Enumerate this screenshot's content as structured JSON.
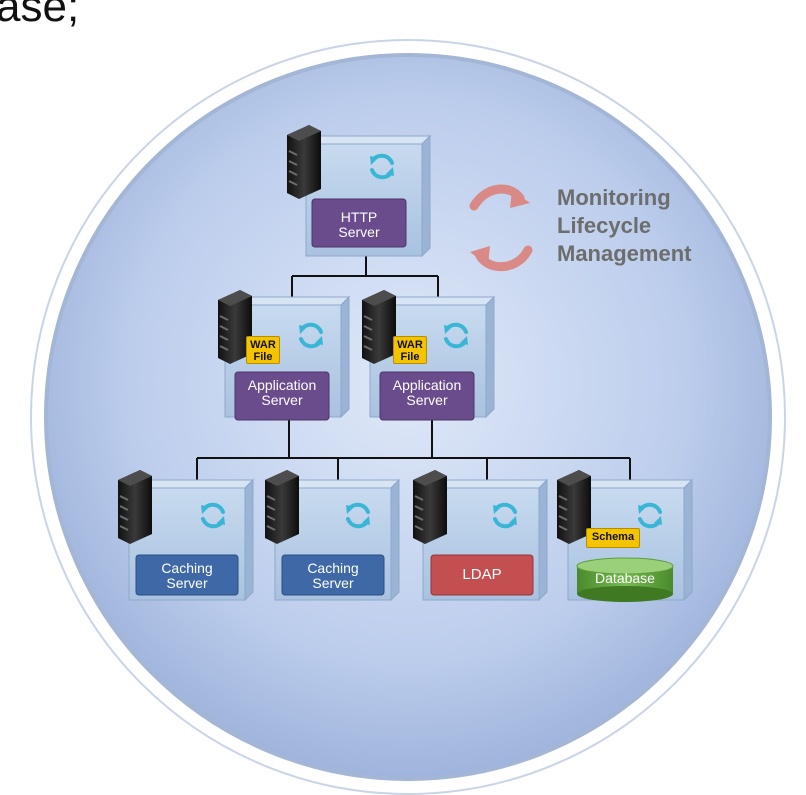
{
  "top_text": "ase;",
  "nodes": {
    "http": {
      "label_line1": "HTTP",
      "label_line2": "Server"
    },
    "app1": {
      "tag_line1": "WAR",
      "tag_line2": "File",
      "label_line1": "Application",
      "label_line2": "Server"
    },
    "app2": {
      "tag_line1": "WAR",
      "tag_line2": "File",
      "label_line1": "Application",
      "label_line2": "Server"
    },
    "cache1": {
      "label_line1": "Caching",
      "label_line2": "Server"
    },
    "cache2": {
      "label_line1": "Caching",
      "label_line2": "Server"
    },
    "ldap": {
      "label": "LDAP"
    },
    "db": {
      "tag": "Schema",
      "label": "Database"
    }
  },
  "legend": {
    "line1": "Monitoring",
    "line2": "Lifecycle",
    "line3": "Management"
  },
  "colors": {
    "circle_fill": "#b8cbec",
    "box_fill": "#b7cde6",
    "server_label_purple": "#6a4b8c",
    "server_label_blue": "#3e68a6",
    "ldap_red": "#c44f50",
    "database_green": "#5c9f3a",
    "tag_yellow": "#f5c400",
    "cycle_icon": "#3fb8d6",
    "lifecycle_arrows": "#d98a86"
  }
}
